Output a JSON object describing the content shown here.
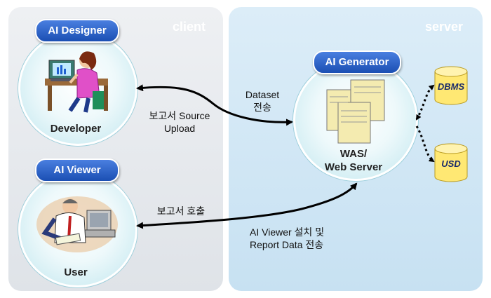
{
  "client": {
    "title": "client",
    "designer": {
      "badge": "AI Designer",
      "role": "Developer"
    },
    "viewer": {
      "badge": "AI Viewer",
      "role": "User"
    }
  },
  "server": {
    "title": "server",
    "generator": {
      "badge": "AI Generator",
      "role_line1": "WAS/",
      "role_line2": "Web Server"
    },
    "databases": [
      "DBMS",
      "USD"
    ]
  },
  "flows": {
    "upload_line1": "보고서 Source",
    "upload_line2": "Upload",
    "dataset_line1": "Dataset",
    "dataset_line2": "전송",
    "call": "보고서 호출",
    "install_line1": "AI Viewer 설치 및",
    "install_line2": "Report Data 전송"
  },
  "colors": {
    "client_panel": "#e6e9ee",
    "server_panel": "#d2e7f4",
    "badge": "#1b4fb3",
    "db": "#ffe873",
    "arrow": "#000000"
  }
}
